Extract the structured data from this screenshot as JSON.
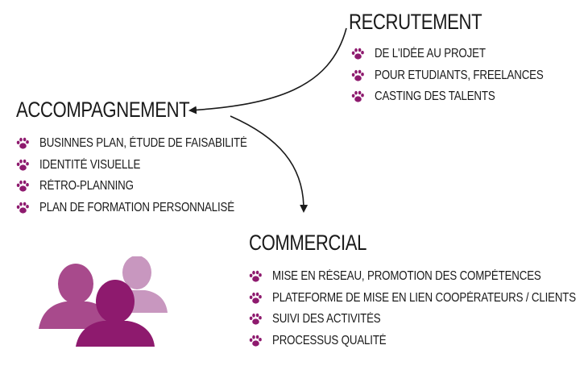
{
  "colors": {
    "bullet": "#8e1a6e",
    "person_front": "#8e1a6e",
    "person_left": "#a84a8c",
    "person_right": "#c897bf",
    "arrow": "#1a1a1a"
  },
  "icons": {
    "bullet": "paw-print-icon",
    "illustration": "people-group-icon"
  },
  "recrutement": {
    "title": "RECRUTEMENT",
    "items": [
      "DE L'IDÉE AU PROJET",
      "POUR ETUDIANTS, FREELANCES",
      "CASTING DES TALENTS"
    ]
  },
  "accompagnement": {
    "title": "ACCOMPAGNEMENT",
    "items": [
      "BUSINNES PLAN, ÉTUDE DE FAISABILITÉ",
      "IDENTITÉ VISUELLE",
      "RÉTRO-PLANNING",
      "PLAN DE FORMATION PERSONNALISÉ"
    ]
  },
  "commercial": {
    "title": "COMMERCIAL",
    "items": [
      "MISE EN RÉSEAU, PROMOTION DES COMPÉTENCES",
      "PLATEFORME DE MISE EN LIEN COOPÉRATEURS / CLIENTS",
      "SUIVI DES ACTIVITÉS",
      "PROCESSUS QUALITÉ"
    ]
  }
}
